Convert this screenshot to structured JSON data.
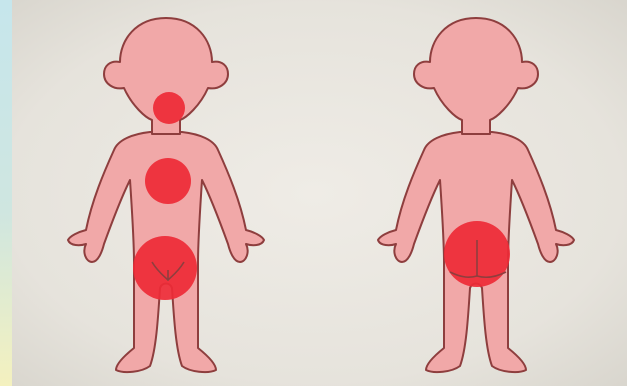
{
  "colors": {
    "background": "#e9e6df",
    "body_fill": "#f1a8a8",
    "body_outline": "#8e3e3e",
    "zone_fill": "#ee2a36",
    "edge_tint_left": "#bfe0e6",
    "edge_tint_left_low": "#f2efb8"
  },
  "figures": [
    {
      "view": "front",
      "highlighted_zones": [
        "mouth",
        "chest",
        "genitals"
      ]
    },
    {
      "view": "back",
      "highlighted_zones": [
        "buttocks"
      ]
    }
  ]
}
